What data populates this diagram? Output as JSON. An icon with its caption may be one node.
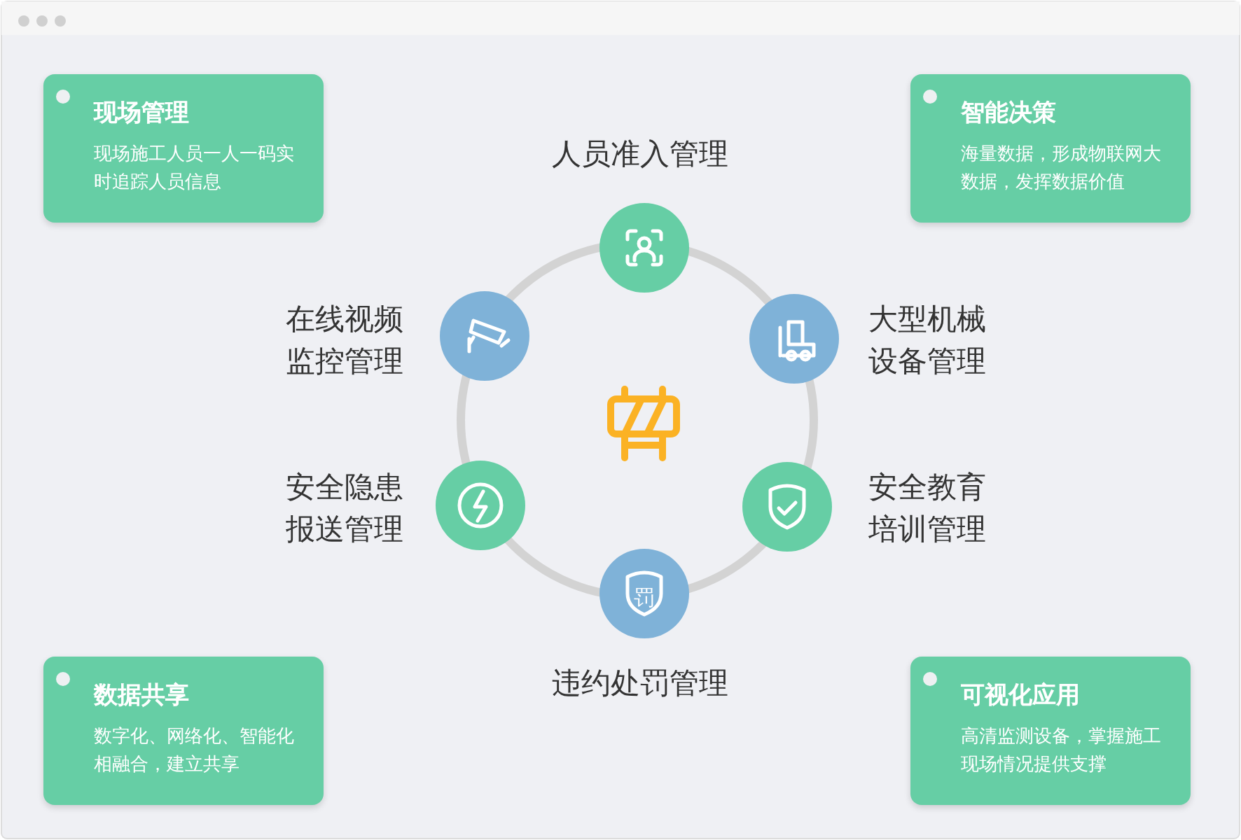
{
  "diagram": {
    "nodes": [
      {
        "text": [
          "现场管理",
          "现场施工人员一人一码实时追踪人员信息"
        ]
      },
      {
        "text": [
          "智能决策",
          "海量数据，形成物联网大数据，发挥数据价值"
        ]
      },
      {
        "text": [],
        "shape": "circle",
        "beside": [
          "人员准入管理"
        ]
      },
      {
        "text": [],
        "shape": "circle",
        "beside": [
          "在线视频监控管理"
        ]
      },
      {
        "text": [],
        "shape": "circle",
        "beside": [
          "大型机械设备管理"
        ]
      },
      {
        "text": [],
        "shape": "circle",
        "beside": [
          "安全隐患报送管理"
        ]
      },
      {
        "text": [],
        "shape": "circle",
        "beside": [
          "安全教育培训管理"
        ]
      },
      {
        "text": [],
        "shape": "circle",
        "beside": [
          "违约处罚管理"
        ]
      },
      {
        "text": [
          "数据共享",
          "数字化、网络化、智能化相融合，建立共享"
        ]
      },
      {
        "text": [
          "可视化应用",
          "高清监测设备，掌握施工现场情况提供支撑"
        ]
      }
    ],
    "labels": [
      "罚"
    ]
  }
}
